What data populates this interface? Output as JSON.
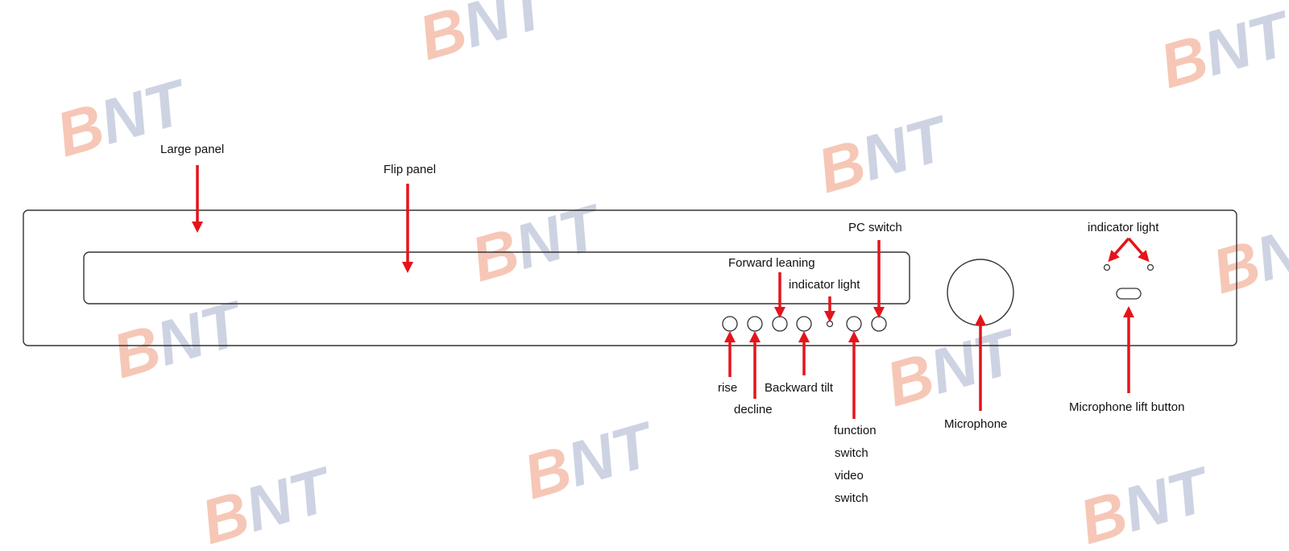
{
  "watermark": {
    "text": "BNT",
    "colors": {
      "b": "#f6c7b6",
      "nt": "#cdd3e2"
    }
  },
  "colors": {
    "arrow": "#e4141b",
    "line": "#333333"
  },
  "labels": {
    "large_panel": "Large panel",
    "flip_panel": "Flip panel",
    "pc_switch": "PC switch",
    "forward_leaning": "Forward leaning",
    "indicator_light_center": "indicator light",
    "indicator_light_right": "indicator light",
    "rise": "rise",
    "decline": "decline",
    "backward_tilt": "Backward tilt",
    "function_switch_line1": "function",
    "function_switch_line2": "switch",
    "video_switch_line1": "video",
    "video_switch_line2": "switch",
    "microphone": "Microphone",
    "microphone_lift_button": "Microphone lift button"
  }
}
